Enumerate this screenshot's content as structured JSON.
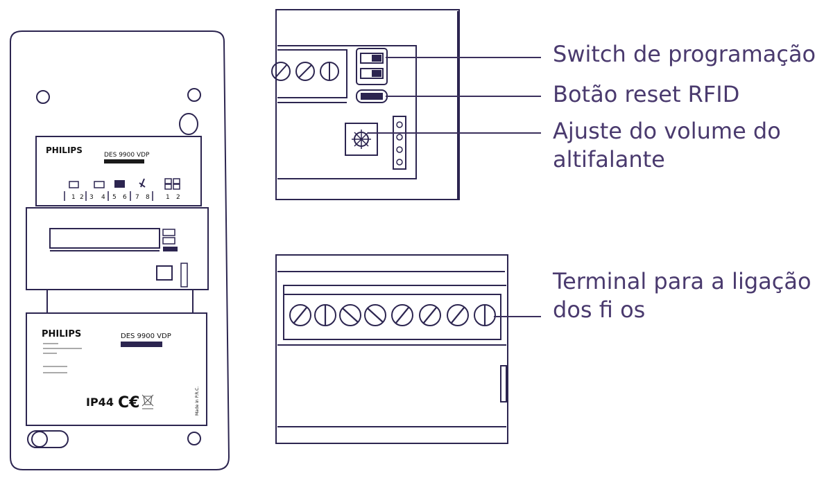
{
  "device": {
    "brand": "PHILIPS",
    "model": "DES 9900 VDP",
    "top_label_terminal_numbers": [
      "1",
      "2",
      "3",
      "4",
      "5",
      "6",
      "7",
      "8"
    ],
    "dip_numbers": [
      "1",
      "2"
    ],
    "rating_label": "IP44",
    "made_in": "Made in P.R.C."
  },
  "callouts": {
    "switch": "Switch de programação",
    "reset": "Botão reset RFID",
    "volume_line1": "Ajuste do volume do",
    "volume_line2": "altifalante",
    "terminal_line1": "Terminal para a ligação",
    "terminal_line2": "dos fi os"
  },
  "colors": {
    "outline": "#3a2f5c",
    "callout_text": "#4a3a6e"
  }
}
